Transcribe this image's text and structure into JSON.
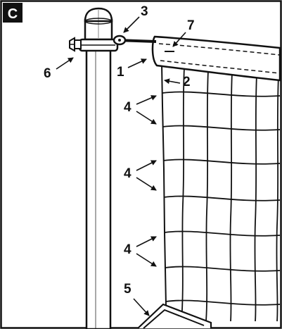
{
  "panel": {
    "badge": "C"
  },
  "callouts": [
    {
      "id": "tieback",
      "label": "1"
    },
    {
      "id": "net-edge",
      "label": "2"
    },
    {
      "id": "eyebolt",
      "label": "3"
    },
    {
      "id": "net-mesh-top",
      "label": "4"
    },
    {
      "id": "net-mesh-mid",
      "label": "4"
    },
    {
      "id": "net-mesh-low",
      "label": "4"
    },
    {
      "id": "bottom-rope",
      "label": "5"
    },
    {
      "id": "clamp-knob",
      "label": "6"
    },
    {
      "id": "headband",
      "label": "7"
    }
  ],
  "colors": {
    "line": "#111111",
    "badge_bg": "#111111",
    "background": "#ffffff"
  }
}
